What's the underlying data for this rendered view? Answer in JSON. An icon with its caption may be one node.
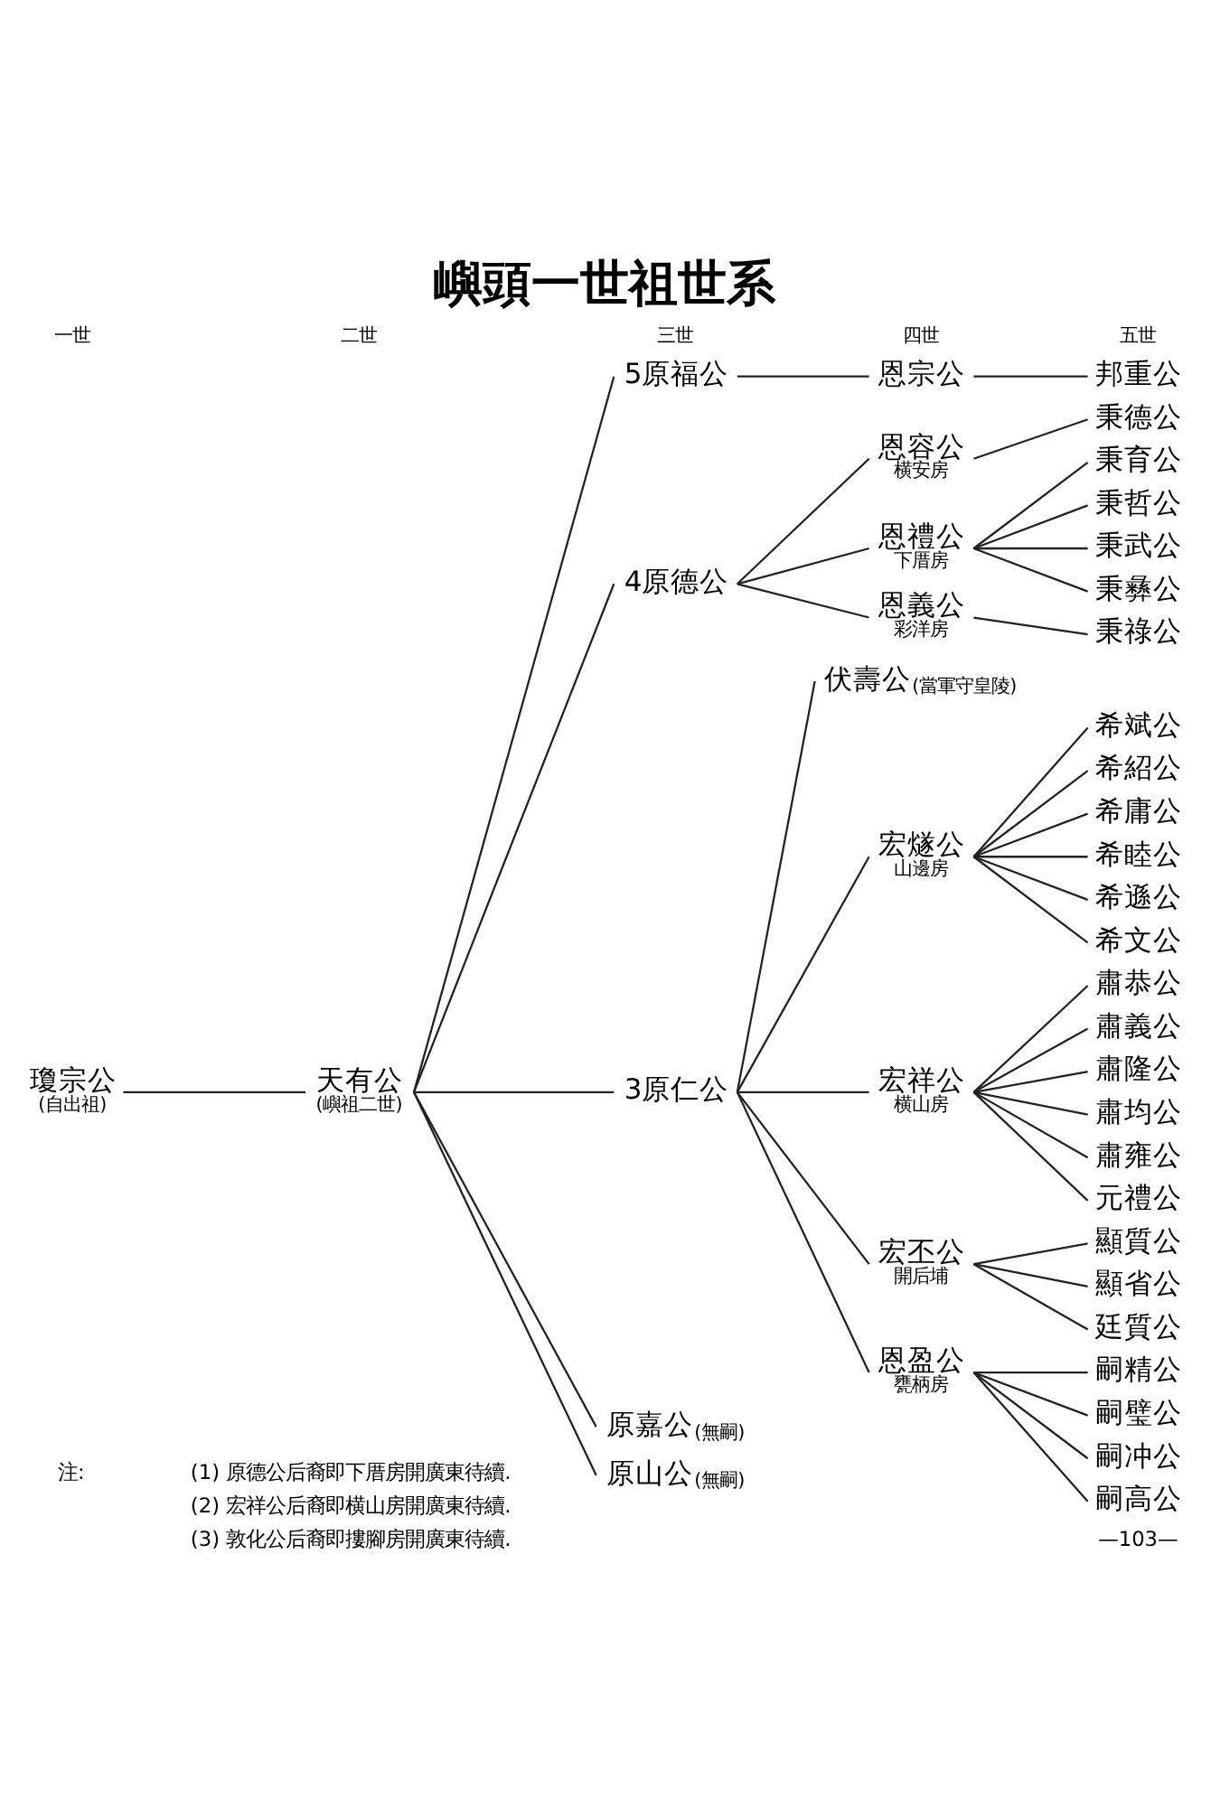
{
  "diagram": {
    "title": "嶼頭一世祖世系",
    "nodes": [
      {
        "text": [
          "瓊宗公",
          "(自出祖)"
        ]
      },
      {
        "text": [
          "天有公",
          "(嶼祖二世)"
        ]
      },
      {
        "text": [
          "5原福公"
        ]
      },
      {
        "text": [
          "恩宗公"
        ]
      },
      {
        "text": [
          "邦重公"
        ]
      },
      {
        "text": [
          "4原德公"
        ]
      },
      {
        "text": [
          "恩容公",
          "横安房"
        ]
      },
      {
        "text": [
          "秉德公"
        ]
      },
      {
        "text": [
          "恩禮公",
          "下厝房"
        ]
      },
      {
        "text": [
          "秉育公"
        ]
      },
      {
        "text": [
          "秉哲公"
        ]
      },
      {
        "text": [
          "秉武公"
        ]
      },
      {
        "text": [
          "秉彝公"
        ]
      },
      {
        "text": [
          "恩義公",
          "彩洋房"
        ]
      },
      {
        "text": [
          "秉祿公"
        ]
      },
      {
        "text": [
          "3原仁公"
        ]
      },
      {
        "text": [
          "伏壽公"
        ],
        "beside": [
          "(當軍守皇陵)"
        ]
      },
      {
        "text": [
          "宏燧公",
          "山邊房"
        ]
      },
      {
        "text": [
          "希斌公"
        ]
      },
      {
        "text": [
          "希紹公"
        ]
      },
      {
        "text": [
          "希庸公"
        ]
      },
      {
        "text": [
          "希睦公"
        ]
      },
      {
        "text": [
          "希遜公"
        ]
      },
      {
        "text": [
          "希文公"
        ]
      },
      {
        "text": [
          "宏祥公",
          "横山房"
        ]
      },
      {
        "text": [
          "肅恭公"
        ]
      },
      {
        "text": [
          "肅義公"
        ]
      },
      {
        "text": [
          "肅隆公"
        ]
      },
      {
        "text": [
          "肅均公"
        ]
      },
      {
        "text": [
          "肅雍公"
        ]
      },
      {
        "text": [
          "元禮公"
        ]
      },
      {
        "text": [
          "宏丕公",
          "開后埔"
        ]
      },
      {
        "text": [
          "顯質公"
        ]
      },
      {
        "text": [
          "顯省公"
        ]
      },
      {
        "text": [
          "廷質公"
        ]
      },
      {
        "text": [
          "恩盈公",
          "甕柄房"
        ]
      },
      {
        "text": [
          "嗣精公"
        ]
      },
      {
        "text": [
          "嗣璧公"
        ]
      },
      {
        "text": [
          "嗣冲公"
        ]
      },
      {
        "text": [
          "嗣高公"
        ]
      },
      {
        "text": [
          "原嘉公"
        ],
        "beside": [
          "(無嗣)"
        ]
      },
      {
        "text": [
          "原山公"
        ],
        "beside": [
          "(無嗣)"
        ]
      }
    ],
    "edges": [
      {
        "from": 0,
        "to": 1,
        "arrow": "none"
      },
      {
        "from": 1,
        "to": 2,
        "arrow": "none"
      },
      {
        "from": 1,
        "to": 5,
        "arrow": "none"
      },
      {
        "from": 1,
        "to": 15,
        "arrow": "none"
      },
      {
        "from": 1,
        "to": 40,
        "arrow": "none"
      },
      {
        "from": 1,
        "to": 41,
        "arrow": "none"
      },
      {
        "from": 2,
        "to": 3,
        "arrow": "none"
      },
      {
        "from": 3,
        "to": 4,
        "arrow": "none"
      },
      {
        "from": 5,
        "to": 6,
        "arrow": "none"
      },
      {
        "from": 5,
        "to": 8,
        "arrow": "none"
      },
      {
        "from": 5,
        "to": 13,
        "arrow": "none"
      },
      {
        "from": 6,
        "to": 7,
        "arrow": "none"
      },
      {
        "from": 8,
        "to": 9,
        "arrow": "none"
      },
      {
        "from": 8,
        "to": 10,
        "arrow": "none"
      },
      {
        "from": 8,
        "to": 11,
        "arrow": "none"
      },
      {
        "from": 8,
        "to": 12,
        "arrow": "none"
      },
      {
        "from": 13,
        "to": 14,
        "arrow": "none"
      },
      {
        "from": 15,
        "to": 16,
        "arrow": "none"
      },
      {
        "from": 15,
        "to": 17,
        "arrow": "none"
      },
      {
        "from": 15,
        "to": 24,
        "arrow": "none"
      },
      {
        "from": 15,
        "to": 31,
        "arrow": "none"
      },
      {
        "from": 15,
        "to": 35,
        "arrow": "none"
      },
      {
        "from": 17,
        "to": 18,
        "arrow": "none"
      },
      {
        "from": 17,
        "to": 19,
        "arrow": "none"
      },
      {
        "from": 17,
        "to": 20,
        "arrow": "none"
      },
      {
        "from": 17,
        "to": 21,
        "arrow": "none"
      },
      {
        "from": 17,
        "to": 22,
        "arrow": "none"
      },
      {
        "from": 17,
        "to": 23,
        "arrow": "none"
      },
      {
        "from": 24,
        "to": 25,
        "arrow": "none"
      },
      {
        "from": 24,
        "to": 26,
        "arrow": "none"
      },
      {
        "from": 24,
        "to": 27,
        "arrow": "none"
      },
      {
        "from": 24,
        "to": 28,
        "arrow": "none"
      },
      {
        "from": 24,
        "to": 29,
        "arrow": "none"
      },
      {
        "from": 24,
        "to": 30,
        "arrow": "none"
      },
      {
        "from": 31,
        "to": 32,
        "arrow": "none"
      },
      {
        "from": 31,
        "to": 33,
        "arrow": "none"
      },
      {
        "from": 31,
        "to": 34,
        "arrow": "none"
      },
      {
        "from": 35,
        "to": 36,
        "arrow": "none"
      },
      {
        "from": 35,
        "to": 37,
        "arrow": "none"
      },
      {
        "from": 35,
        "to": 38,
        "arrow": "none"
      },
      {
        "from": 35,
        "to": 39,
        "arrow": "none"
      }
    ],
    "labels": [
      "一世",
      "二世",
      "三世",
      "四世",
      "五世",
      "注:",
      "(1) 原德公后裔即下厝房開廣東待續.",
      "(2) 宏祥公后裔即横山房開廣東待續.",
      "(3) 敦化公后裔即摟腳房開廣東待續.",
      "—103—"
    ]
  }
}
